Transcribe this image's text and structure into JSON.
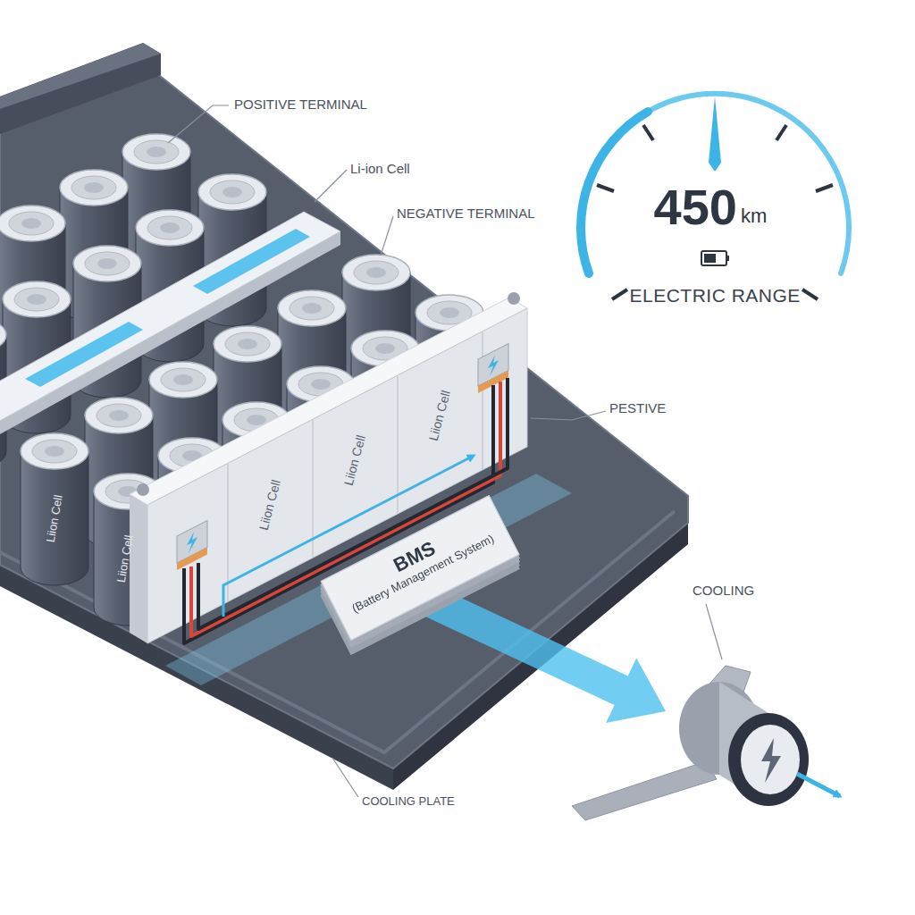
{
  "diagram": {
    "nodes": [
      {
        "text": [
          "BMS",
          "(Battery Management System)"
        ]
      }
    ],
    "labels": [
      "POSITIVE TERMINAL",
      "Li-ion Cell",
      "NEGATIVE TERMINAL",
      "450",
      "km",
      "ELECTRIC RANGE",
      "PESTIVE",
      "Liion Cell",
      "Liion Cell",
      "Liion Cell",
      "Liion Cell",
      "Liion Cell",
      "COOLING",
      "COOLING PLATE"
    ]
  }
}
